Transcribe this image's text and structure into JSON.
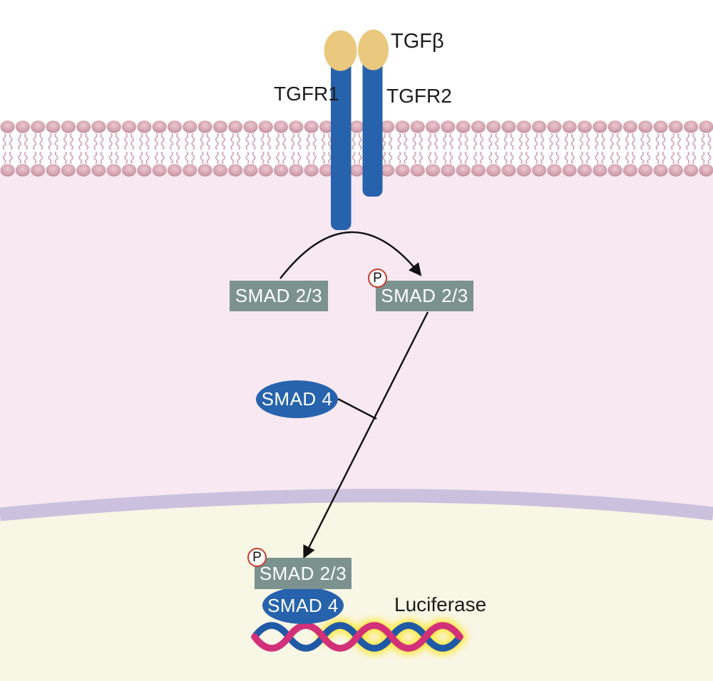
{
  "diagram": {
    "ligand": {
      "label": "TGFβ"
    },
    "receptors": {
      "receptor1_label": "TGFR1",
      "receptor2_label": "TGFR2"
    },
    "cytoplasm": {
      "smad23_inactive_label": "SMAD 2/3",
      "smad23_phosphorylated_label": "SMAD 2/3",
      "phospho_badge": "P",
      "smad4_label": "SMAD 4"
    },
    "nucleus": {
      "phospho_badge": "P",
      "smad23_label": "SMAD 2/3",
      "smad4_label": "SMAD 4",
      "reporter_label": "Luciferase"
    }
  },
  "colors": {
    "receptor_blue": "#2763ac",
    "ligand_tan": "#eac87e",
    "smad_box_green": "#7c928e",
    "smad4_blue": "#2763ac",
    "cytoplasm_pink": "#f7e8f1",
    "nucleus_cream": "#f8f6e5",
    "nuclear_envelope_lavender": "#cbc0dd",
    "membrane_head_pink": "#d8aab6",
    "membrane_tail_pink": "#cfa0af",
    "dna_blue": "#2059a6",
    "dna_magenta": "#d23079",
    "glow_yellow": "#ffe83c",
    "phospho_ring_red": "#c93c2c",
    "arrow_black": "#111111",
    "label_text": "#1c1c1c"
  }
}
